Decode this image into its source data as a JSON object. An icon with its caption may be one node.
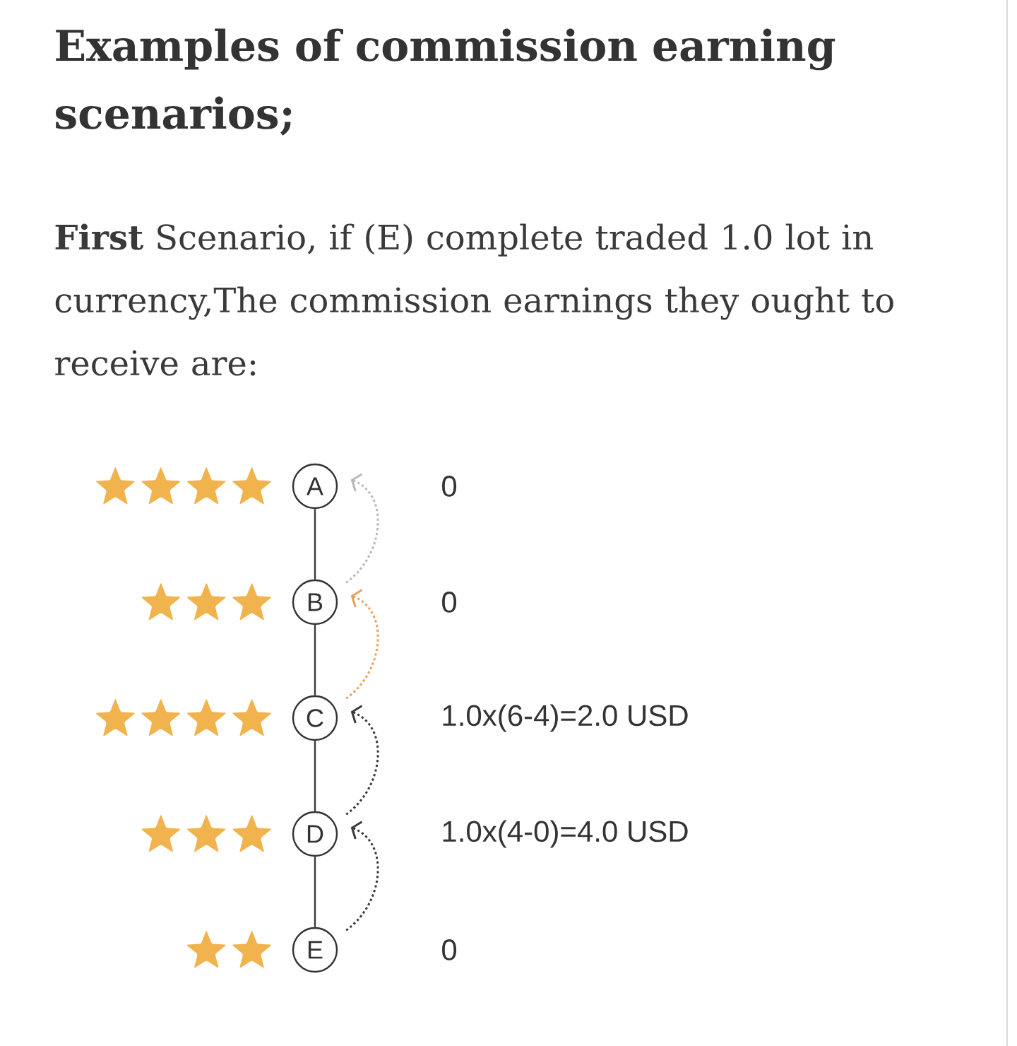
{
  "diagram": {
    "title": "Examples of commission earning scenarios;",
    "nodes": [
      {
        "text": [
          "A"
        ],
        "beside": [
          "0"
        ]
      },
      {
        "text": [
          "B"
        ],
        "beside": [
          "0"
        ]
      },
      {
        "text": [
          "C"
        ],
        "beside": [
          "1.0x(6-4)=2.0 USD"
        ]
      },
      {
        "text": [
          "D"
        ],
        "beside": [
          "1.0x(4-0)=4.0 USD"
        ]
      },
      {
        "text": [
          "E"
        ],
        "beside": [
          "0"
        ]
      }
    ],
    "edges": [
      {
        "from": 0,
        "to": 1,
        "arrow": "none"
      },
      {
        "from": 1,
        "to": 2,
        "arrow": "none"
      },
      {
        "from": 2,
        "to": 3,
        "arrow": "none"
      },
      {
        "from": 3,
        "to": 4,
        "arrow": "none"
      },
      {
        "from": 4,
        "to": 3,
        "arrow": "to",
        "style": "dashed"
      },
      {
        "from": 3,
        "to": 2,
        "arrow": "to",
        "style": "dashed"
      },
      {
        "from": 2,
        "to": 1,
        "arrow": "to",
        "style": "dashed",
        "color": "#e8a05a"
      },
      {
        "from": 1,
        "to": 0,
        "arrow": "to",
        "style": "dashed",
        "color": "#b8b8b8"
      }
    ],
    "labels": [
      "**First** Scenario, if (E) complete traded 1.0 lot in currency,The commission earnings they ought to receive are:"
    ]
  }
}
